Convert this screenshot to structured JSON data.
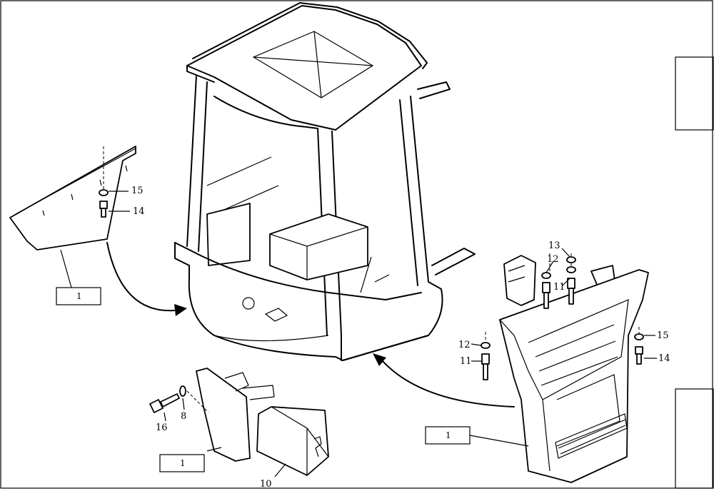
{
  "callouts": {
    "left_step": {
      "washer": "15",
      "bolt": "14",
      "ref": "1"
    },
    "right_step_top": {
      "a": "13",
      "b": "12",
      "c": "11"
    },
    "right_step_left": {
      "washer": "12",
      "bolt": "11"
    },
    "right_step_right": {
      "washer": "15",
      "bolt": "14"
    },
    "right_step_ref": "1",
    "bracket": {
      "bolt": "16",
      "washer": "8",
      "ref": "1",
      "cover": "10"
    }
  }
}
